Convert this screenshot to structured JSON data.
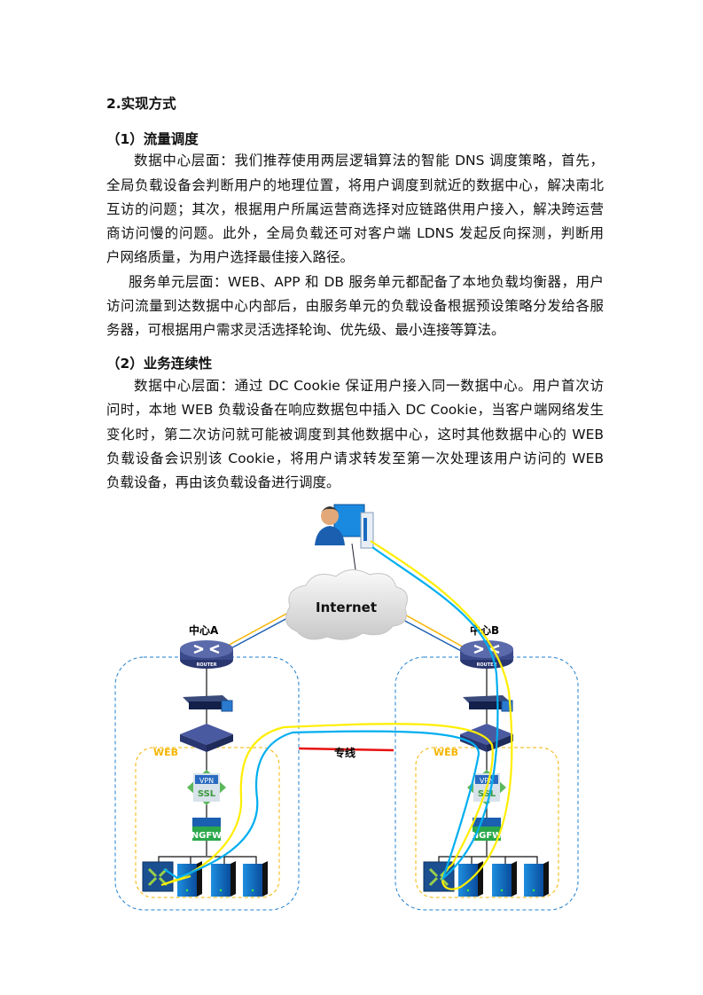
{
  "section_title": "2.实现方式",
  "sub1": {
    "title": "（1）流量调度",
    "para1": [
      "数据中心层面：我们推荐使用两层逻辑算法的智能 DNS 调度策略，首先，",
      "全局负载设备会判断用户的地理位置，将用户调度到就近的数据中心，解决南北",
      "互访的问题；其次，根据用户所属运营商选择对应链路供用户接入，解决跨运营",
      "商访问慢的问题。此外，全局负载还可对客户端 LDNS 发起反向探测，判断用",
      "户网络质量，为用户选择最佳接入路径。"
    ],
    "para2": [
      "服务单元层面：WEB、APP 和 DB 服务单元都配备了本地负载均衡器，用户",
      "访问流量到达数据中心内部后，由服务单元的负载设备根据预设策略分发给各服",
      "务器，可根据用户需求灵活选择轮询、优先级、最小连接等算法。"
    ]
  },
  "sub2": {
    "title": "（2）业务连续性",
    "para1": [
      "数据中心层面：通过 DC Cookie 保证用户接入同一数据中心。用户首次访",
      "问时，本地 WEB 负载设备在响应数据包中插入 DC Cookie，当客户端网络发生",
      "变化时，第二次访问就可能被调度到其他数据中心，这时其他数据中心的 WEB",
      "负载设备会识别该 Cookie，将用户请求转发至第一次处理该用户访问的 WEB",
      "负载设备，再由该负载设备进行调度。"
    ]
  },
  "diagram": {
    "internet_label": "Internet",
    "center_a_label": "中心A",
    "center_b_label": "中心B",
    "router_label": "ROUTER",
    "web_label": "WEB",
    "vpn_label": "VPN",
    "ssl_label": "SSL",
    "ngfw_label": "NGFW",
    "dedicated_line_label": "专线",
    "colors": {
      "datacenter_border": "#1f7fd0",
      "web_border": "#f5b400",
      "dedicated_line": "#e81010",
      "flow_yellow": "#ffee00",
      "flow_blue": "#00aeef",
      "uplink_orange": "#f5b400",
      "uplink_blue": "#1a5fb0"
    }
  }
}
